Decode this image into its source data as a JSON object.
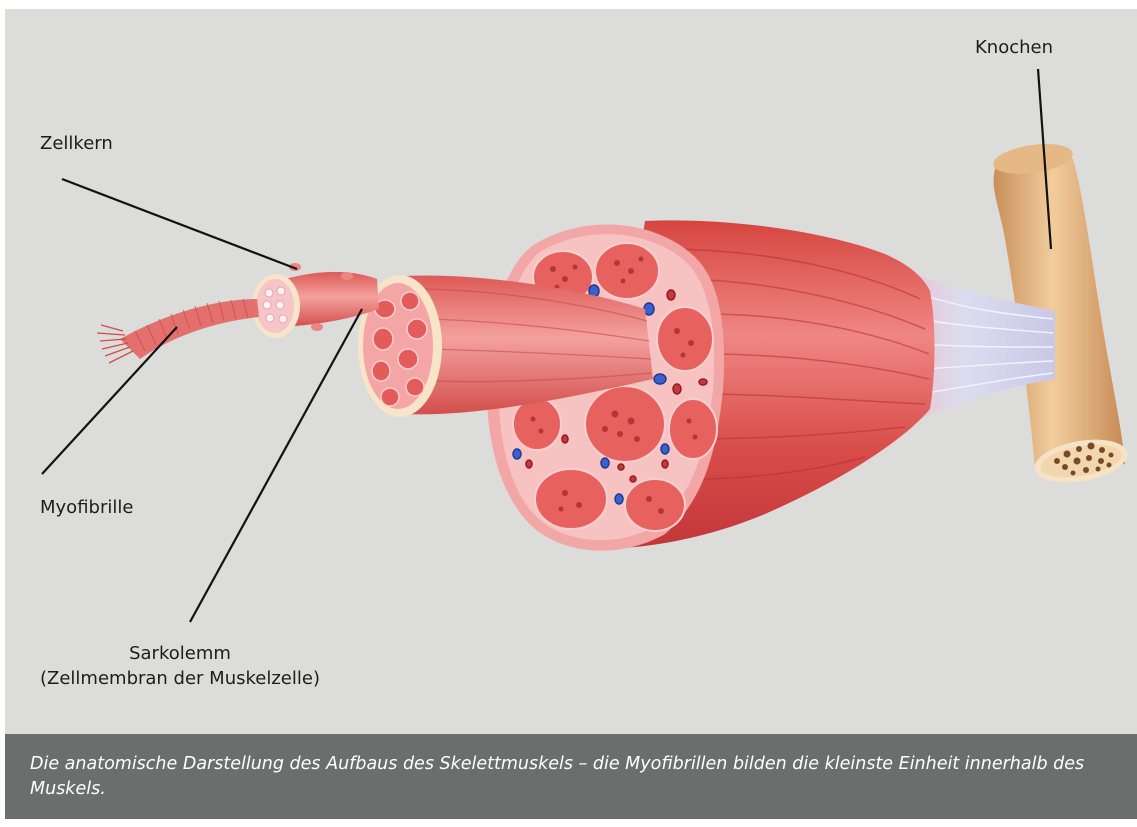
{
  "labels": {
    "zellkern": "Zellkern",
    "myofibrille": "Myofibrille",
    "sarkolemm": "Sarkolemm",
    "sarkolemm_detail": "(Zellmembran der Muskelzelle)",
    "knochen": "Knochen"
  },
  "caption": "Die anatomische Darstellung des Aufbaus des Skelettmuskels – die Myofibrillen bilden die kleinste Einheit innerhalb des Muskels.",
  "colors": {
    "background": "#dcdddb",
    "caption_bar": "#6c6e6d",
    "muscle": "#e2605f",
    "perimysium": "#f6bcbc",
    "bone": "#e3b487",
    "tendon": "#d8d8ec",
    "vein": "#3a5fcf",
    "artery": "#c9373c"
  }
}
